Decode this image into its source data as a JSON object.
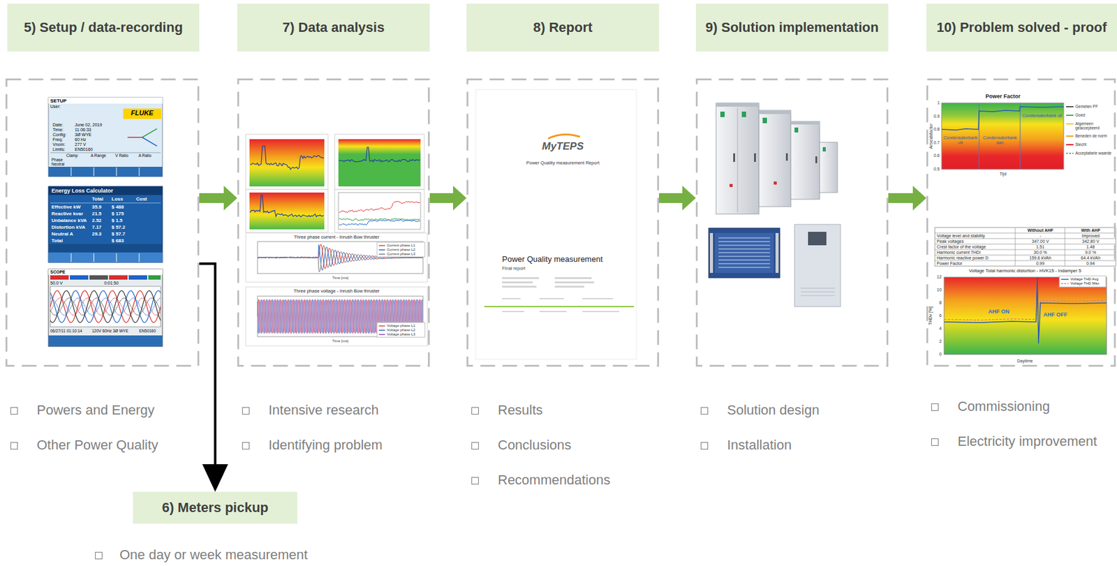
{
  "diagram": {
    "nodes": [
      {
        "text": [
          "5) Setup / data-recording",
          "Powers and Energy",
          "Other Power Quality"
        ]
      },
      {
        "text": [
          "7) Data analysis",
          "Intensive research",
          "Identifying problem"
        ]
      },
      {
        "text": [
          "8) Report",
          "Results",
          "Conclusions",
          "Recommendations"
        ]
      },
      {
        "text": [
          "9) Solution implementation",
          "Solution design",
          "Installation"
        ]
      },
      {
        "text": [
          "10) Problem solved - proof",
          "Commissioning",
          "Electricity improvement"
        ]
      },
      {
        "text": [
          "6) Meters pickup",
          "One day or week measurement"
        ]
      }
    ],
    "edges": [
      {
        "from": 0,
        "to": 1,
        "arrow": "to"
      },
      {
        "from": 1,
        "to": 2,
        "arrow": "to"
      },
      {
        "from": 2,
        "to": 3,
        "arrow": "to"
      },
      {
        "from": 3,
        "to": 4,
        "arrow": "to"
      },
      {
        "from": 0,
        "to": 5,
        "arrow": "to"
      }
    ],
    "labels": [
      "SETUP",
      "User:",
      "FLUKE",
      "Date:",
      "June 02, 2019",
      "Time:",
      "11:06:33",
      "Config:",
      "3Ø WYE",
      "Freq:",
      "60 Hz",
      "Vnom:",
      "277 V",
      "Limits:",
      "EN50160",
      "Clamp",
      "A Range",
      "V Ratio",
      "A Ratio",
      "Phase",
      "Neutral",
      "Energy Loss Calculator",
      "Total",
      "Loss",
      "Cost",
      "Effective kW",
      "35.9",
      "$ 488",
      "Reactive kvar",
      "21.5",
      "$ 175",
      "Unbalance kVA",
      "2.52",
      "$ 1.5",
      "Distortion kVA",
      "7.17",
      "$ 57.2",
      "Neutral A",
      "29.3",
      "$ 57.7",
      "Total",
      "$ 683",
      "SCOPE",
      "50.0 V",
      "0:01:50",
      "06/27/11 01:10:14",
      "120V 60Hz 3Ø WYE",
      "EN50160",
      "Three phase current - Inrush Bow thruster",
      "Current phase L1",
      "Current phase L2",
      "Current phase L3",
      "Time [ms]",
      "Three phase voltage - Inrush Bow thruster",
      "Voltage phase L1",
      "Voltage phase L2",
      "Voltage phase L3",
      "Time [ms]",
      "MyTEPS",
      "Power Quality measurement Report",
      "Power Quality measurement",
      "Final report",
      "Power Factor",
      "1",
      "0.9",
      "0.8",
      "0.7",
      "0.6",
      "0.5",
      "Arbeidsfactor",
      "Condensatorbank uit",
      "Condensatorbank aan",
      "Condensatorbank uit",
      "Tijd",
      "Gemeten PF",
      "Goed",
      "Algemeen geaccepteerd",
      "Beneden de norm",
      "Slecht",
      "Acceptabele waarde",
      "Without AHF",
      "With AHF",
      "Voltage level and stability",
      "-",
      "Improved",
      "Peak voltages",
      "347.00 V",
      "342.80 V",
      "Crest factor of the voltage",
      "1.51",
      "1.48",
      "Harmonic current THDi",
      "30.0 %",
      "9.0 %",
      "Harmonic reactive power D",
      "159.6 kVAh",
      "64.4 kVAh",
      "Power Factor",
      "0.99",
      "0.94",
      "Voltage Total harmonic distortion - HVK15 - Indamper 5",
      "Voltage THD Avg",
      "Voltage THD Max",
      "12",
      "10",
      "8",
      "6",
      "4",
      "2",
      "0",
      "THDv [%]",
      "AHF ON",
      "AHF OFF",
      "Daytime"
    ]
  }
}
